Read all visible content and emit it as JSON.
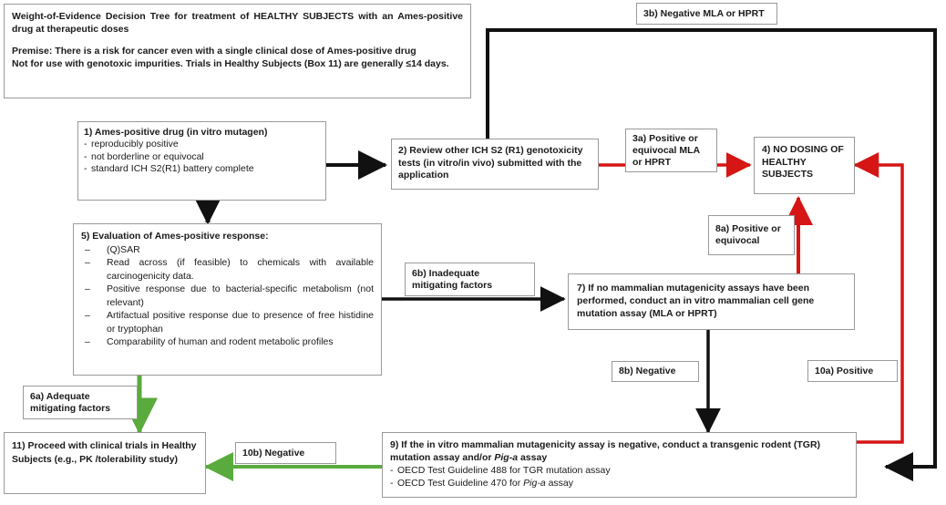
{
  "title_box": {
    "line1": "Weight-of-Evidence Decision Tree for treatment of HEALTHY SUBJECTS with an Ames-positive drug at therapeutic doses",
    "line1_plain": "Weight-of-Evidence Decision Tree for treatment of ",
    "line1_emph": "HEALTHY SUBJECTS",
    "line1_tail": " with an Ames-positive drug at therapeutic doses",
    "line2": "Premise: There is a risk for cancer even with a single clinical dose of Ames-positive drug",
    "line3": "Not for use with genotoxic impurities. Trials in Healthy Subjects (Box 11) are generally ≤14 days."
  },
  "boxes": {
    "b1": {
      "heading": "1) Ames-positive drug (in vitro mutagen)",
      "items": [
        "reproducibly positive",
        "not borderline or equivocal",
        "standard ICH S2(R1) battery complete"
      ]
    },
    "b2": {
      "text": "2) Review other ICH S2 (R1) genotoxicity tests (in vitro/in vivo) submitted with the application"
    },
    "b4": {
      "text": "4) NO DOSING OF HEALTHY SUBJECTS"
    },
    "b5": {
      "heading": "5) Evaluation of Ames-positive response:",
      "items": [
        "(Q)SAR",
        "Read across (if feasible) to chemicals with available carcinogenicity data.",
        "Positive response due to bacterial-specific metabolism (not relevant)",
        "Artifactual positive response due to presence of free histidine or tryptophan",
        "Comparability of human and rodent metabolic profiles"
      ]
    },
    "b7": {
      "text": "7) If no mammalian mutagenicity assays have been performed, conduct an in vitro mammalian cell gene mutation assay (MLA or HPRT)"
    },
    "b9": {
      "line1": "9) If the in vitro mammalian mutagenicity assay is negative, conduct a transgenic rodent (TGR) mutation assay and/or ",
      "line1_italic": "Pig-a",
      "line1_tail": " assay",
      "sub1": "OECD Test Guideline 488 for TGR mutation assay",
      "sub2_pre": "OECD Test Guideline 470 for ",
      "sub2_italic": "Pig-a",
      "sub2_tail": " assay"
    },
    "b11": {
      "text": "11) Proceed with clinical trials in Healthy Subjects (e.g., PK /tolerability study)"
    }
  },
  "labels": {
    "l3a": "3a) Positive or equivocal MLA or HPRT",
    "l3b": "3b) Negative MLA or HPRT",
    "l6a": "6a) Adequate mitigating factors",
    "l6b": "6b) Inadequate mitigating factors",
    "l8a": "8a) Positive or equivocal",
    "l8b": "8b) Negative",
    "l10a": "10a) Positive",
    "l10b": "10b) Negative"
  },
  "colors": {
    "black": "#111111",
    "red": "#d61515",
    "green": "#5aab3e",
    "box_border": "#9a9a9a",
    "background": "#ffffff"
  }
}
